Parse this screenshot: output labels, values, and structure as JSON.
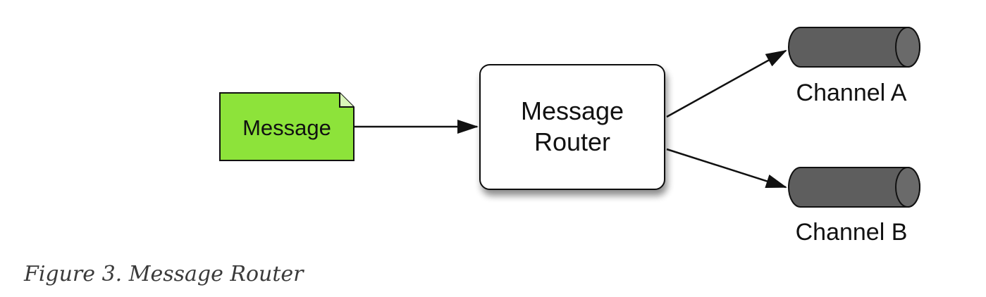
{
  "diagram": {
    "message_label": "Message",
    "router_label_line1": "Message",
    "router_label_line2": "Router",
    "channel_a_label": "Channel A",
    "channel_b_label": "Channel B",
    "colors": {
      "message_fill": "#8de33a",
      "router_fill": "#ffffff",
      "channel_fill": "#5e5e5e",
      "stroke": "#111111"
    }
  },
  "caption": "Figure 3. Message Router"
}
